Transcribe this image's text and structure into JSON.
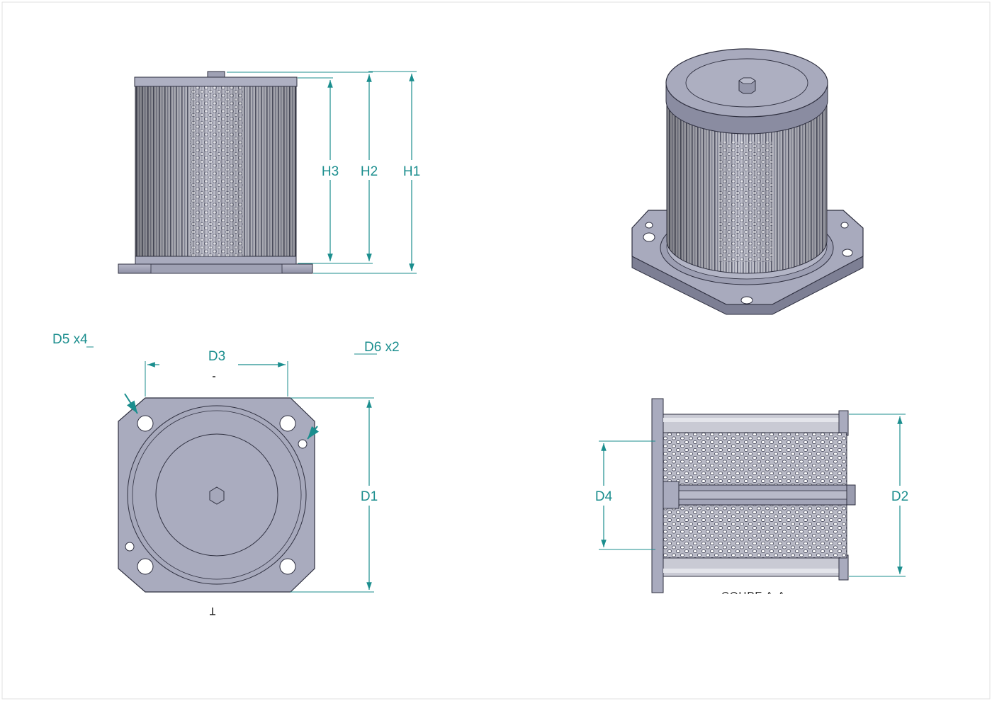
{
  "dimensions": {
    "h1": "H1",
    "h2": "H2",
    "h3": "H3",
    "d1": "D1",
    "d2": "D2",
    "d3": "D3",
    "d4": "D4",
    "d5": "D5 x4",
    "d6": "D6 x2"
  },
  "section_label": "COUPE A-A",
  "colors": {
    "dimension": "#1b8e8e",
    "part_face": "#a9abbe",
    "part_dark": "#6f7188",
    "outline": "#2f3040"
  }
}
